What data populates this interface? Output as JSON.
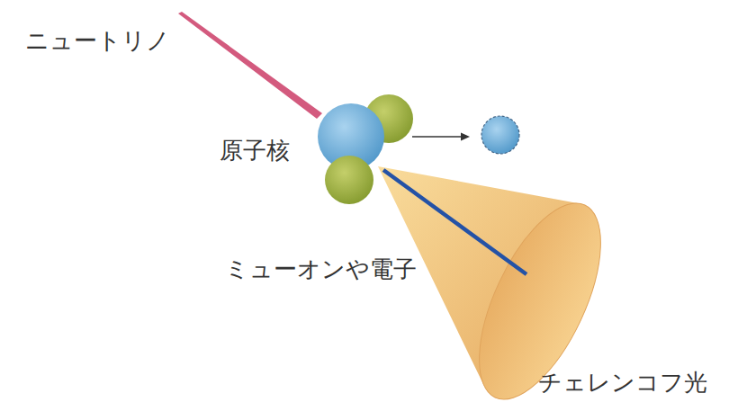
{
  "diagram": {
    "labels": [
      "ニュートリノ",
      "原子核",
      "ミューオンや電子",
      "チェレンコフ光"
    ]
  }
}
